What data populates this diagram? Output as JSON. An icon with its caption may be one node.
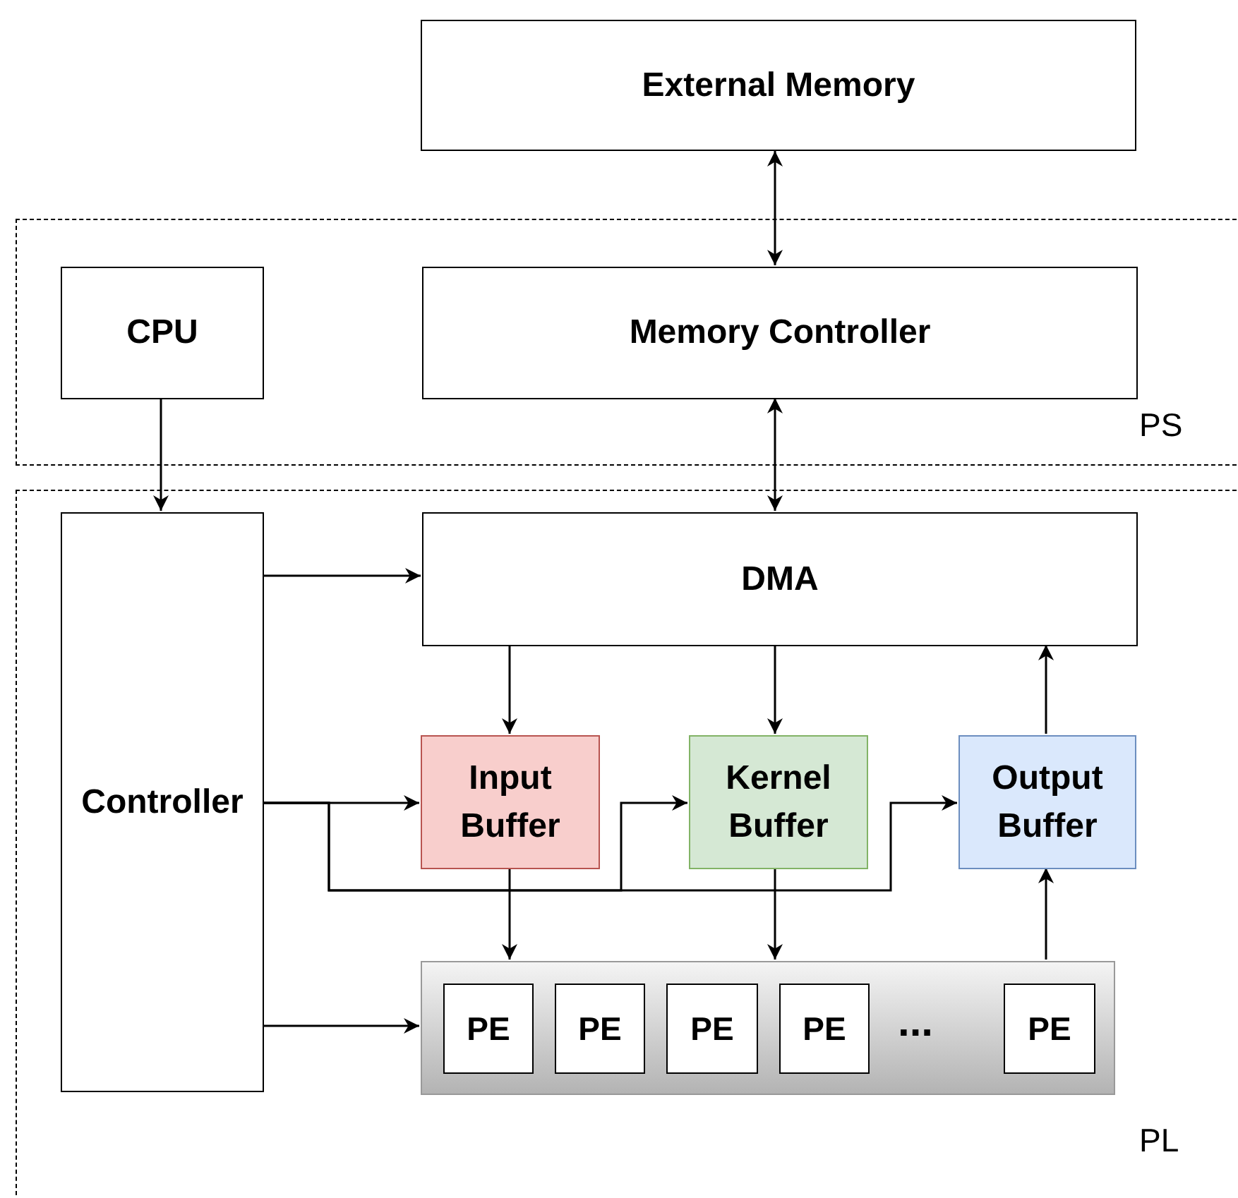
{
  "diagram": {
    "nodes": [
      {
        "text": [
          "External Memory"
        ]
      },
      {
        "text": [
          "PS"
        ]
      },
      {
        "text": [
          "CPU"
        ],
        "in": 1
      },
      {
        "text": [
          "Memory Controller"
        ],
        "in": 1
      },
      {
        "text": [
          "PL"
        ]
      },
      {
        "text": [
          "Controller"
        ],
        "in": 4
      },
      {
        "text": [
          "DMA"
        ],
        "in": 4
      },
      {
        "text": [
          "Input Buffer"
        ],
        "in": 4
      },
      {
        "text": [
          "Kernel Buffer"
        ],
        "in": 4
      },
      {
        "text": [
          "Output Buffer"
        ],
        "in": 4
      },
      {
        "text": [],
        "shape": "box",
        "in": 4
      },
      {
        "text": [
          "PE"
        ],
        "in": 10
      },
      {
        "text": [
          "PE"
        ],
        "in": 10
      },
      {
        "text": [
          "PE"
        ],
        "in": 10
      },
      {
        "text": [
          "PE"
        ],
        "in": 10
      },
      {
        "text": [
          "PE"
        ],
        "in": 10
      }
    ],
    "edges": [
      {
        "from": 0,
        "to": 3,
        "arrow": "both"
      },
      {
        "from": 3,
        "to": 6,
        "arrow": "both"
      },
      {
        "from": 2,
        "to": 5,
        "arrow": "to"
      },
      {
        "from": 5,
        "to": 6,
        "arrow": "to"
      },
      {
        "from": 5,
        "to": 7,
        "arrow": "to"
      },
      {
        "from": 5,
        "to": 8,
        "arrow": "to"
      },
      {
        "from": 5,
        "to": 9,
        "arrow": "to"
      },
      {
        "from": 5,
        "to": 10,
        "arrow": "to"
      },
      {
        "from": 6,
        "to": 7,
        "arrow": "to"
      },
      {
        "from": 6,
        "to": 8,
        "arrow": "to"
      },
      {
        "from": 9,
        "to": 6,
        "arrow": "to"
      },
      {
        "from": 7,
        "to": 10,
        "arrow": "to"
      },
      {
        "from": 8,
        "to": 10,
        "arrow": "to"
      },
      {
        "from": 10,
        "to": 9,
        "arrow": "to"
      }
    ],
    "labels": [
      "..."
    ]
  }
}
